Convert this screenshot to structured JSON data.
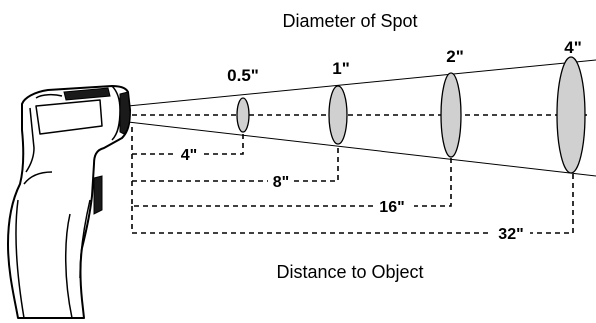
{
  "title_top": "Diameter of Spot",
  "title_bottom": "Distance to Object",
  "spots": [
    {
      "diameter": "0.5\"",
      "distance": "4\""
    },
    {
      "diameter": "1\"",
      "distance": "8\""
    },
    {
      "diameter": "2\"",
      "distance": "16\""
    },
    {
      "diameter": "4\"",
      "distance": "32\""
    }
  ],
  "colors": {
    "spot_fill": "#d0d0d0",
    "line": "#000000"
  }
}
